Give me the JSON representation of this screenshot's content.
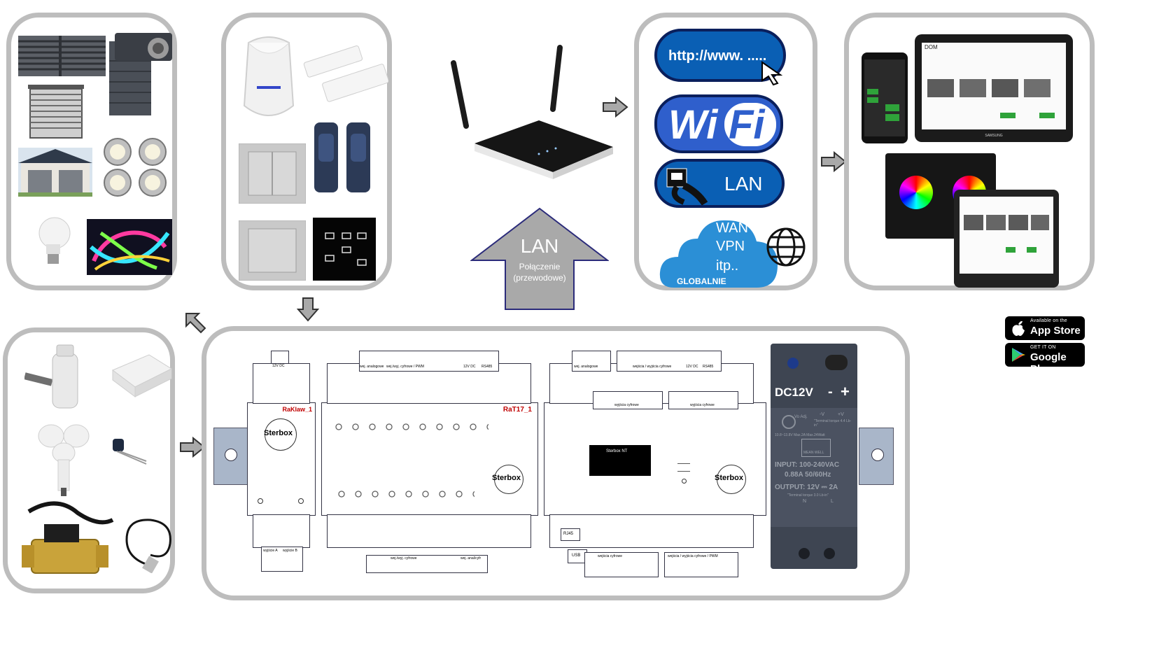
{
  "internet": {
    "url_text": "http://www. .....",
    "wifi_left": "Wi",
    "wifi_right": "Fi",
    "lan_label": "LAN",
    "wan": "WAN",
    "vpn": "VPN",
    "itp": "itp..",
    "global": "GLOBALNIE"
  },
  "lan_arrow": {
    "title": "LAN",
    "line1": "Połączenie",
    "line2": "(przewodowe)"
  },
  "stores": {
    "appstore_small": "Available on the",
    "appstore_big": "App Store",
    "gplay_small": "GET IT ON",
    "gplay_big": "Google Play"
  },
  "devices": {
    "tablet_title": "DOM",
    "brand": "SAMSUNG"
  },
  "modules": {
    "raklaw_title": "RaKlaw_1",
    "rat_title": "RaT17_1",
    "sterbox": "Sterbox",
    "sterbox_nt": "Sterbox NT",
    "psu_title": "DC12V",
    "psu_minus": "-",
    "psu_plus": "+",
    "psu_brand": "MEAN WELL",
    "psu_input": "INPUT: 100-240VAC",
    "psu_input2": "0.88A 50/60Hz",
    "psu_output": "OUTPUT: 12V ⎓ 2A",
    "psu_torque": "\"Terminal torque 3.0 Lb-in\"",
    "psu_spec": "10.8~13.8V  Max.2A  Max.24Watt",
    "psu_vo": "Vo Adj.",
    "psu_term": "\"Terminal torque 4.4 Lb-in\"",
    "label_12vdc": "12V DC",
    "label_rs485": "RS485",
    "label_rj45": "RJ45",
    "label_usb": "USB",
    "wej_analog": "wej. analogowe",
    "wej_wyj_pwm": "wej./wyj. cyfrowe / PWM",
    "wej_wyj_cyfr": "wej./wyj. cyfrowe",
    "wej_anal_cyfr": "wej. anal/cyfr",
    "wyjscie_a": "wyjście A",
    "wyjscie_b": "wyjście B",
    "wej_analogowe2": "wej. analogowe",
    "wejscia_wyjscia": "wejścia / wyjścia cyfrowe",
    "wejscia_wyjscia_pwm": "wejścia / wyjścia cyfrowe / PWM",
    "wyjscia_cyfrowe": "wyjścia cyfrowe",
    "wejscia_cyfrowe": "wejścia cyfrowe",
    "psu_neg_v": "-V",
    "psu_pos_v": "+V",
    "psu_n": "N",
    "psu_l": "L"
  },
  "colors": {
    "panel_border": "#bdbdbd",
    "pill_blue": "#0a5fb4",
    "pill_dark": "#0a1f5c",
    "cloud": "#2b8fd6",
    "arrow_gray": "#a9a9a9",
    "red_label": "#c00000"
  }
}
